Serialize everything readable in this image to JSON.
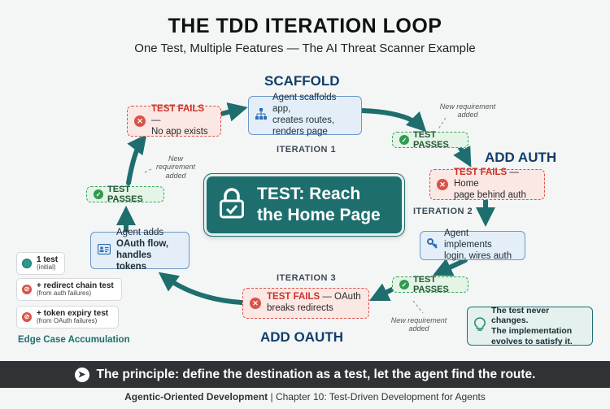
{
  "title": "THE TDD ITERATION LOOP",
  "subtitle": "One Test, Multiple Features — The AI Threat Scanner Example",
  "center": {
    "line1": "TEST: Reach",
    "line2": "the Home Page"
  },
  "stages": {
    "scaffold": "SCAFFOLD",
    "add_auth": "ADD AUTH",
    "add_oauth": "ADD OAUTH"
  },
  "iterations": {
    "i1": "ITERATION 1",
    "i2": "ITERATION 2",
    "i3": "ITERATION 3"
  },
  "nodes": {
    "fail1": {
      "kw": "TEST FAILS",
      "rest1": " —",
      "rest2": "No app exists"
    },
    "agent1": {
      "l1": "Agent scaffolds app,",
      "l2": "creates routes,",
      "l3": "renders page"
    },
    "pass1": "TEST PASSES",
    "fail2": {
      "kw": "TEST FAILS",
      "rest1": " — Home",
      "rest2": "page behind auth"
    },
    "agent2": {
      "l1": "Agent implements",
      "l2": "login, wires auth"
    },
    "pass2": "TEST PASSES",
    "fail3": {
      "kw": "TEST FAILS",
      "rest1": " — OAuth",
      "rest2": "breaks redirects"
    },
    "agent3": {
      "l1": "Agent adds",
      "l2": "OAuth flow,",
      "l3": "handles tokens"
    },
    "pass3": "TEST PASSES"
  },
  "notes": {
    "n1": {
      "l1": "New requirement",
      "l2": "added"
    },
    "n2": {
      "l1": "New",
      "l2": "requirement",
      "l3": "added"
    },
    "n3": {
      "l1": "New requirement",
      "l2": "added"
    }
  },
  "legend": {
    "title": "Edge Case Accumulation",
    "items": [
      {
        "main": "1 test",
        "sub": "(initial)"
      },
      {
        "main": "+ redirect chain test",
        "sub": "(from auth failures)"
      },
      {
        "main": "+ token expiry test",
        "sub": "(from OAuth failures)"
      }
    ]
  },
  "callout": {
    "l1": "The test never changes.",
    "l2": "The implementation",
    "l3": "evolves to satisfy it."
  },
  "banner": "The principle: define the destination as a test, let the agent find the route.",
  "footer": {
    "brand": "Agentic-Oriented Development",
    "sep": " | ",
    "chapter": "Chapter 10: Test-Driven Development for Agents"
  },
  "colors": {
    "teal": "#1e6e6e",
    "fail": "#d8534a",
    "pass": "#2f9a51",
    "agent": "#6b97c7",
    "banner": "#303335"
  },
  "icons": {
    "center": "lock-check-icon",
    "agent1": "sitemap-icon",
    "agent2": "key-icon",
    "agent3": "id-card-icon",
    "banner": "compass-icon",
    "callout": "lightbulb-icon"
  }
}
